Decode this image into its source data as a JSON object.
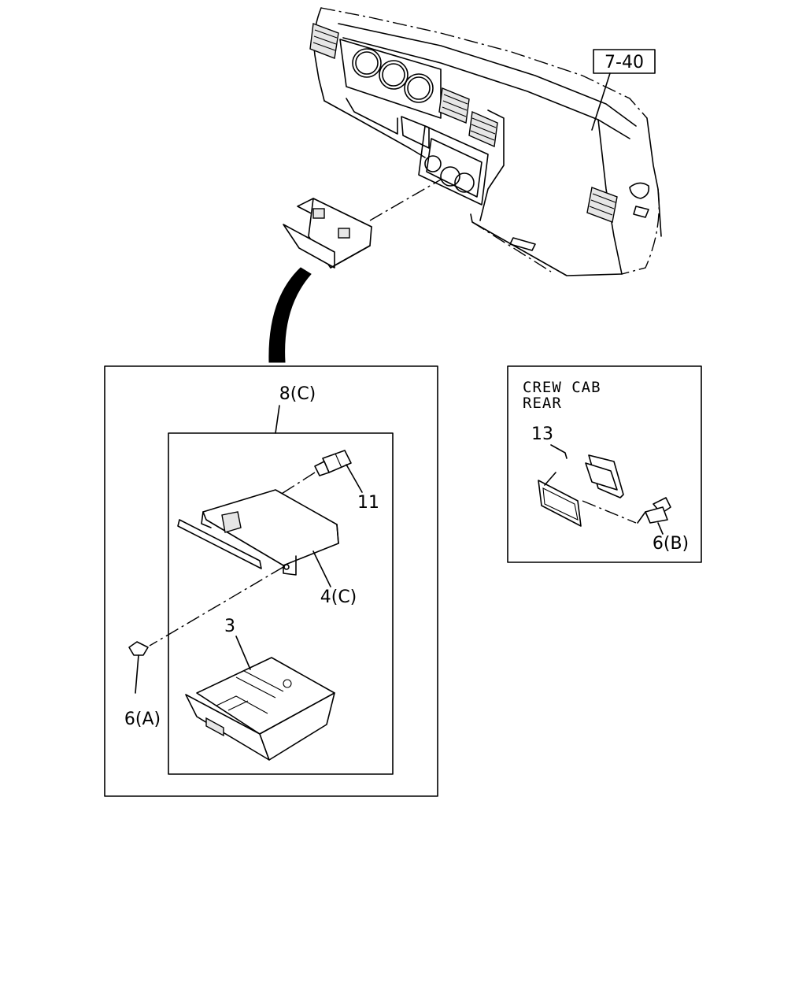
{
  "labels": {
    "ref_7_40": "7-40",
    "part_8c": "8(C)",
    "part_11": "11",
    "part_4c": "4(C)",
    "part_3": "3",
    "part_6a": "6(A)",
    "part_13": "13",
    "part_6b": "6(B)"
  },
  "inset": {
    "title_line1": "CREW CAB",
    "title_line2": "REAR"
  }
}
